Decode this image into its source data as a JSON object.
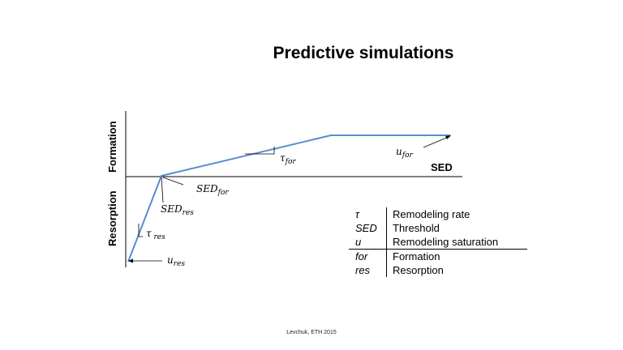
{
  "title": "Predictive simulations",
  "footer": "Levchuk, ETH 2015",
  "axis": {
    "formation_label": "Formation",
    "resorption_label": "Resorption",
    "x_label": "SED"
  },
  "annotations": {
    "tau_for": {
      "base": "τ",
      "sub": "for"
    },
    "u_for": {
      "base": "u",
      "sub": "for"
    },
    "sed_for": {
      "base": "SED",
      "sub": "for"
    },
    "sed_res": {
      "base": "SED",
      "sub": "res"
    },
    "tau_res": {
      "base": "τ",
      "sub": " res"
    },
    "u_res": {
      "base": "u",
      "sub": "res"
    }
  },
  "legend": {
    "rows": [
      {
        "symbol": "τ",
        "description": "Remodeling rate"
      },
      {
        "symbol": "SED",
        "description": "Threshold"
      },
      {
        "symbol": "u",
        "description": "Remodeling saturation"
      }
    ],
    "rows2": [
      {
        "symbol": "for",
        "description": "Formation"
      },
      {
        "symbol": "res",
        "description": "Resorption"
      }
    ]
  },
  "colors": {
    "curve": "#5b8bd0",
    "axis": "#000000"
  }
}
